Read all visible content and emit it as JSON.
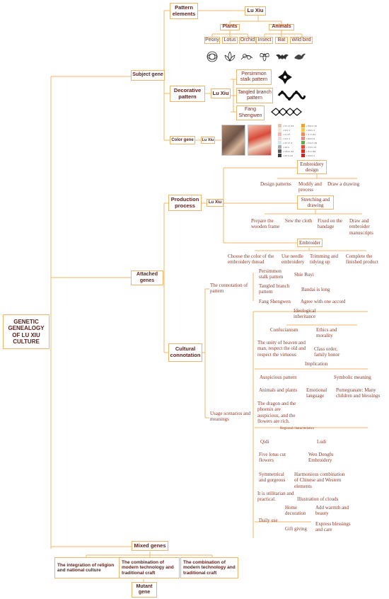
{
  "root": "GENETIC GENEALOGY OF LU XIU CULTURE",
  "subject_gene": {
    "label": "Subject gene",
    "pattern_elements": "Pattern elements",
    "lu_xiu": "Lu Xiu",
    "plants": "Plants",
    "animals": "Animals",
    "plant_items": [
      "Peony",
      "Lotus",
      "Orchid"
    ],
    "animal_items": [
      "Insect",
      "Bat",
      "Wild bird"
    ],
    "decorative_pattern": "Decorative pattern",
    "decorative_lu_xiu": "Lu Xiu",
    "decorative_items": [
      "Persimmon stalk pattern",
      "Tangled branch pattern",
      "Fang Shengwen"
    ],
    "color_gene": "Color gene",
    "color_lu_xiu": "Lu Xiu",
    "color_swatches": [
      {
        "label": "c:17 m:23",
        "color": "#e9c4a8"
      },
      {
        "label": "c:9 k:1",
        "color": "#f5e6cf"
      },
      {
        "label": "c:m:17",
        "color": "#f2b8b0"
      },
      {
        "label": "c:9 k:1",
        "color": "#f7d6d6"
      },
      {
        "label": "c:27 m:3",
        "color": "#cde6ef"
      },
      {
        "label": "c:24 k",
        "color": "#a7aab0"
      },
      {
        "label": "c:78 m:42",
        "color": "#5c5a5a"
      },
      {
        "label": "c:67 k:22",
        "color": "#3f3f3f"
      },
      {
        "label": "c:59 m:32",
        "color": "#f0a23a"
      },
      {
        "label": "c:99 k:1",
        "color": "#f3c94c"
      },
      {
        "label": "c:1 m:61",
        "color": "#ef8d5a"
      },
      {
        "label": "c:69 k:9",
        "color": "#e58f84"
      },
      {
        "label": "c:79 m:39",
        "color": "#6aa84f"
      },
      {
        "label": "c:74 k:13",
        "color": "#e74c3c"
      },
      {
        "label": "c:6 m:84",
        "color": "#d93025"
      },
      {
        "label": "c:99 k:1",
        "color": "#c62828"
      }
    ]
  },
  "attached_genes": {
    "label": "Attached genes",
    "production_process": "Production process",
    "production_lu_xiu": "Lu Xiu",
    "embroidery_design": "Embroidery design",
    "design_steps": [
      "Design patterns",
      "Modify and process",
      "Draw a drawing"
    ],
    "stretching_drawing": "Stretching and drawing",
    "stretch_steps": [
      "Prepare the wooden frame",
      "Sew the cloth",
      "Fixed on the bandage",
      "Draw and embroider manuscripts"
    ],
    "embroider": "Embroider",
    "embroider_steps": [
      "Choose the color of the embroidery thread",
      "Use needle embroidery",
      "Trimming and tidying up",
      "Complete the finished product"
    ],
    "cultural_connotation": "Cultural connotation",
    "connotation_of_pattern": "The connotation of pattern",
    "connotation_items": [
      {
        "pattern": "Persimmon stalk pattern",
        "meaning": "Shie Ruyi"
      },
      {
        "pattern": "Tangled branch pattern",
        "meaning": "Bandai is long"
      },
      {
        "pattern": "Fang Shengwen",
        "meaning": "Agree with one accord"
      }
    ],
    "ideological": "Ideological inheritance",
    "confucianism": "Confucianism",
    "ethics": "Ethics and morality",
    "unity": "The unity of heaven and man, respect the old and respect the virtuous",
    "class_order": "Class order, family honor",
    "implication": "Implication",
    "auspicious": "Auspicious pattern",
    "symbolic": "Symbolic meaning",
    "animals_plants": "Animals and plants",
    "emotional": "Emotional language",
    "pomegranate": "Pomegranate: Many children and blessings",
    "dragon": "The dragon and the phoenix are auspicious, and the flowers are rich.",
    "usage": "Usage scenarios and meanings",
    "regional": "Regional characteristics",
    "qidi": "Qidi",
    "ludi": "Ludi",
    "five_lotus": "Five lotus cut flowers",
    "wen_dengfu": "Wen Dengfu Embroidery",
    "symmetrical": "Symmetrical and gorgeous",
    "harmonious": "Harmonious combination of Chinese and Western elements",
    "utilitarian": "It is utilitarian and practical.",
    "clouds": "Illustration of clouds",
    "daily_use": "Daily use",
    "home_decoration": "Home decoration",
    "warmth": "Add warmth and beauty",
    "gift_giving": "Gift giving",
    "blessings": "Express blessings and care"
  },
  "mixed_genes": {
    "label": "Mixed genes",
    "items": [
      "The integration of religion and national culture",
      "The combination of modern technology and traditional craft",
      "The combination of modern technology and traditional craft"
    ]
  },
  "mutant_gene": "Mutant gene"
}
